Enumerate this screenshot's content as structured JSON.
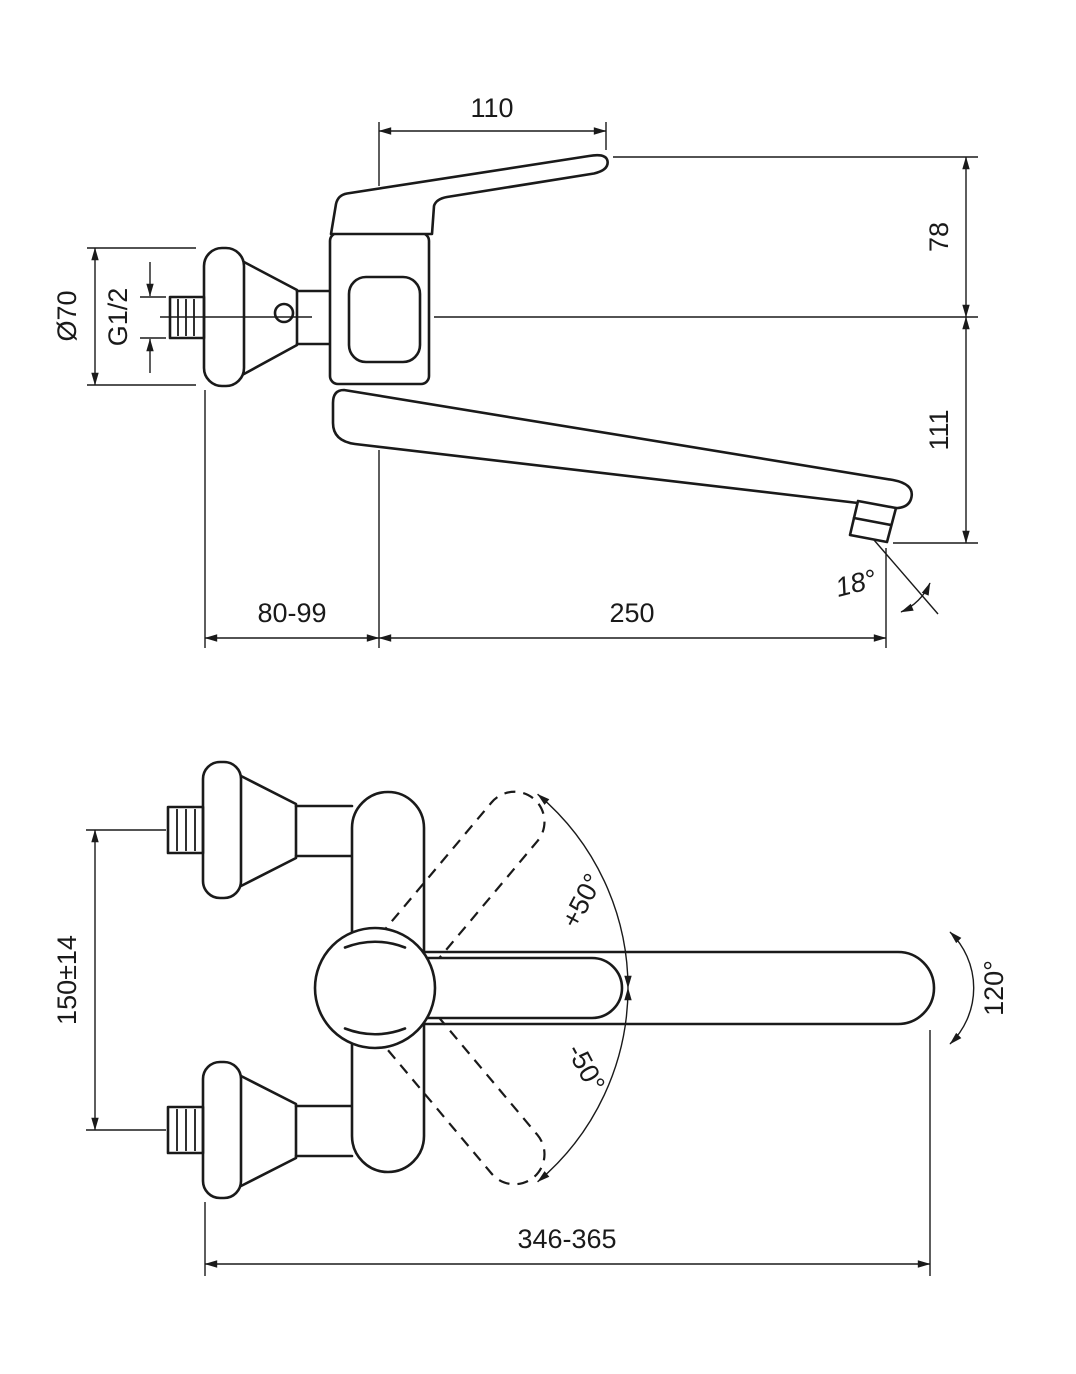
{
  "canvas": {
    "background": "#ffffff",
    "line_color": "#1a1a1a"
  },
  "drawing": {
    "side_view": {
      "dim_handle_reach": "110",
      "dim_height_above_axis": "78",
      "dim_flange_diameter": "Ø70",
      "dim_thread_size": "G1/2",
      "dim_drop_below_axis": "111",
      "dim_outlet_angle": "18°",
      "dim_wall_clearance": "80-99",
      "dim_spout_reach": "250"
    },
    "front_view": {
      "dim_inlet_spacing": "150±14",
      "dim_lever_swing_up": "+50°",
      "dim_lever_swing_down": "-50°",
      "dim_spout_swivel": "120°",
      "dim_overall_reach": "346-365"
    }
  }
}
